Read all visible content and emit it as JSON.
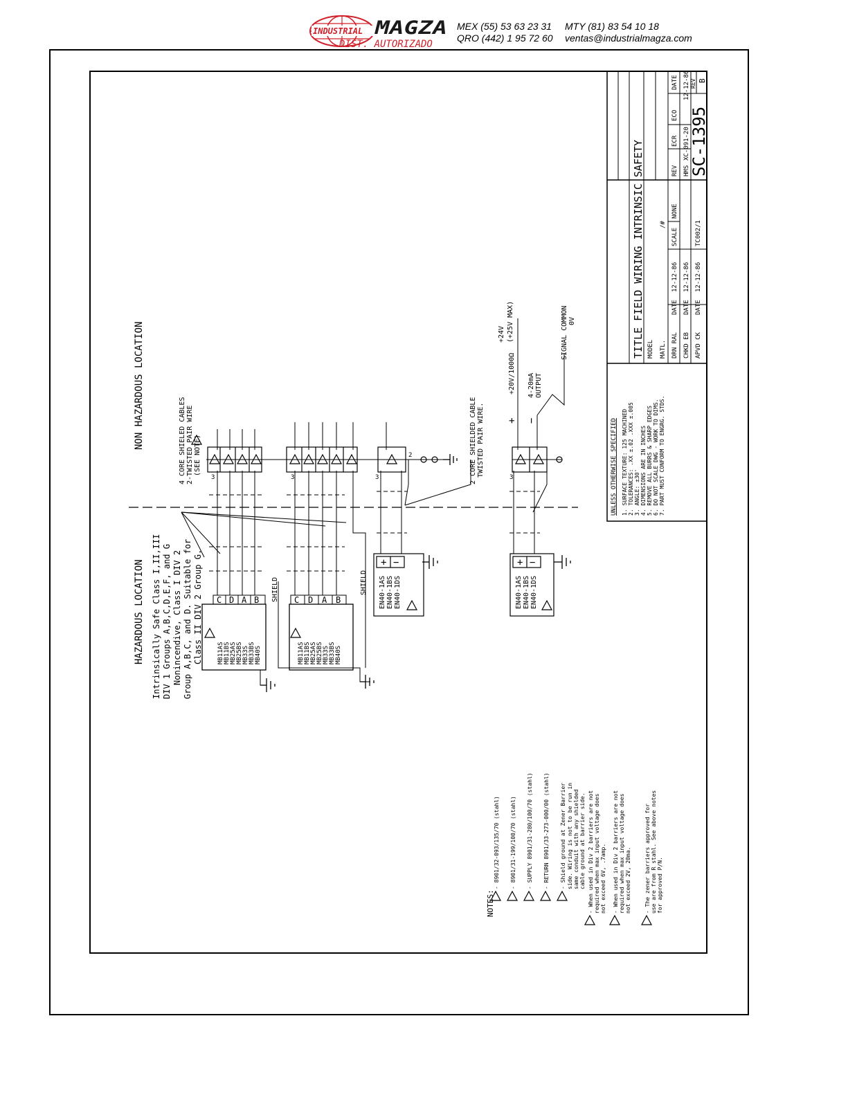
{
  "header": {
    "logo_top": "INDUSTRIAL",
    "logo_brand": "MAGZA",
    "logo_sub": "DIST. AUTORIZADO",
    "phone_mex": "MEX (55) 53 63 23 31",
    "phone_mty": "MTY (81) 83 54 10 18",
    "phone_qro": "QRO (442) 1 95 72 60",
    "email": "ventas@industrialmagza.com"
  },
  "drawing": {
    "non_hazardous": "NON HAZARDOUS LOCATION",
    "hazardous": "HAZARDOUS LOCATION",
    "class_lines": [
      "Intrinsically Safe Class I,II,III",
      "DIV 1 Groups A,B,C,D,E,F, and G",
      "Nonincendive, Class I DIV 2",
      "Group A,B,C, and D. Suitable for",
      "Class II DIV 2 Group G."
    ],
    "four_core": [
      "4 CORE SHIELED CABLES",
      "2-TWISTED PAIR WIRE",
      "(SEE NOTE)"
    ],
    "two_core": [
      "2 CORE SHIELDED CABLE",
      "TWISTED PAIR WIRE."
    ],
    "shield": "SHIELD",
    "module1": [
      "MB11AS",
      "MB11BS",
      "MB25AS",
      "MB25BS",
      "MB33S",
      "MB33BS",
      "MB40S"
    ],
    "module2": [
      "MB11AS",
      "MB11BS",
      "MB25AS",
      "MB25BS",
      "MB33S",
      "MB33BS",
      "MB40S"
    ],
    "terminals": [
      "C",
      "D",
      "A",
      "B"
    ],
    "en_models": [
      "EN40-1AS",
      "EN40-1BS",
      "EN40-1DS"
    ],
    "supply": "+20V/1000Ω",
    "supply_max": [
      "+24V",
      "(+25V MAX)"
    ],
    "output": [
      "4-20mA",
      "OUTPUT"
    ],
    "signal_common": [
      "SIGNAL COMMON",
      "0V"
    ],
    "plus": "+",
    "minus": "−",
    "pin3": "3",
    "pin2": "2",
    "tri_marks": [
      "1",
      "2",
      "3",
      "4",
      "5"
    ]
  },
  "notes": {
    "heading": "NOTES:",
    "items": [
      {
        "mark": "1",
        "text": "- 8901/32-093/135/70 (stahl)"
      },
      {
        "mark": "2",
        "text": "- 8901/31-199/100/70 (stahl)"
      },
      {
        "mark": "3",
        "text": "- SUPPLY 8901/31-280/100/70 (stahl)"
      },
      {
        "mark": "4",
        "text": "- RETURN 8901/33-273-000/00 (stahl)"
      },
      {
        "mark": "5",
        "text": "- Shield ground at Zener Barrier side. Wiring is not to be run in same conduit with any shielded cable ground at barrier side."
      },
      {
        "mark": "7",
        "text": "- When used in Div 2 barriers are not required when max input voltage does not exceed 6V, .7amp."
      },
      {
        "mark": "8",
        "text": "- When used in Div 2 barriers are not required when max input voltage does not exceed 2V, 20ma."
      },
      {
        "mark": "9",
        "text": "- The zener barriers approved for use are from R stahl. See above notes for approved P/N."
      }
    ]
  },
  "spec": {
    "heading": "UNLESS OTHERWISE SPECIFIED",
    "lines": [
      "1. SURFACE TEXTURE: 125 MACHINED",
      "2. TOLERANCES: .XX ±.02 .XXX ±.005",
      "3. ANGLE: ±30'",
      "4. DIMENSIONS ARE IN INCHES",
      "5. REMOVE ALL BURRS & SHARP EDGES",
      "6. DO NOT SCALE DWG - WORK TO DIMS.",
      "7. PART MUST CONFORM TO ENGRG. STDS."
    ]
  },
  "title_block": {
    "title": "TITLE FIELD WIRING INTRINSIC SAFETY",
    "model": "MODEL",
    "matl": "MATL.",
    "matl_val": "/#",
    "drn": "DRN  RAL",
    "chkd": "CHKD EB",
    "apvd": "APVD CK",
    "date_lbl": "DATE",
    "date_val": "12-12-86",
    "scale": "SCALE",
    "scale_val": "NONE",
    "part": "TC002/1",
    "rev_hdr": [
      "REV",
      "ECR",
      "ECO",
      "DATE"
    ],
    "rev_row": [
      "HMS",
      "XC-091-20",
      "",
      "12-12-86"
    ],
    "dwg_no": "SC-1395",
    "rev_lbl": "REV",
    "rev_val": "B"
  }
}
